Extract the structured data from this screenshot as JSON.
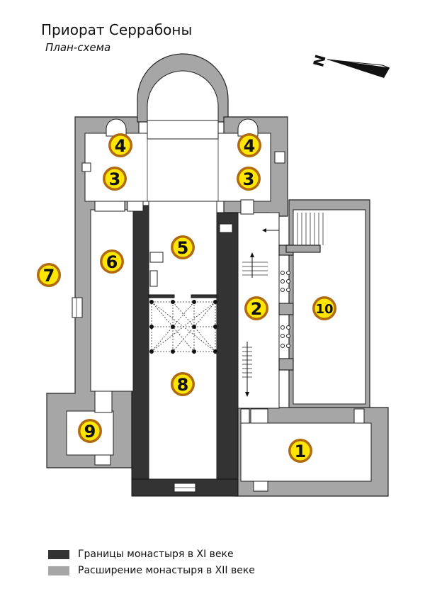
{
  "title": "Приорат Серрабоны",
  "subtitle": "План-схема",
  "compass": {
    "letter": "N",
    "icon": "north-arrow-icon"
  },
  "colors": {
    "xi_century": "#333333",
    "xii_century": "#a6a6a6",
    "floor": "#ffffff",
    "marker_fill": "#ffe600",
    "marker_ring": "#b06a10"
  },
  "markers": [
    {
      "label": "4"
    },
    {
      "label": "4"
    },
    {
      "label": "3"
    },
    {
      "label": "3"
    },
    {
      "label": "5"
    },
    {
      "label": "6"
    },
    {
      "label": "7"
    },
    {
      "label": "2"
    },
    {
      "label": "10"
    },
    {
      "label": "8"
    },
    {
      "label": "9"
    },
    {
      "label": "1"
    }
  ],
  "legend": [
    {
      "label": "Границы монастыря в XI веке"
    },
    {
      "label": "Расширение монастыря в XII веке"
    }
  ]
}
